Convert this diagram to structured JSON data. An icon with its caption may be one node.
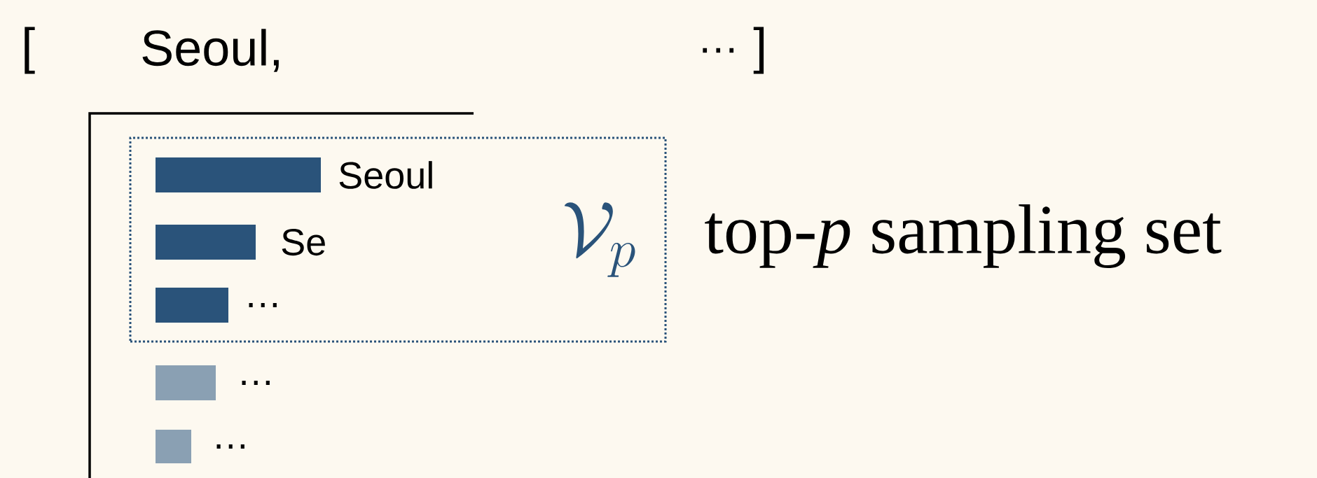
{
  "diagram": {
    "nodes": [
      {
        "text": [
          "\\mathcal{V}_p"
        ],
        "beside": [
          "top-*p* sampling set"
        ]
      },
      {
        "text": [],
        "shape": "bar",
        "in": 0,
        "beside": [
          "Seoul"
        ]
      },
      {
        "text": [],
        "shape": "bar",
        "in": 0,
        "beside": [
          "Se"
        ]
      },
      {
        "text": [],
        "shape": "bar",
        "in": 0,
        "beside": [
          "…"
        ]
      },
      {
        "text": [],
        "shape": "bar",
        "beside": [
          "…"
        ]
      },
      {
        "text": [],
        "shape": "bar",
        "beside": [
          "…"
        ]
      }
    ],
    "edges": [],
    "labels": [
      "[",
      "Seoul,",
      "…",
      "]"
    ]
  }
}
